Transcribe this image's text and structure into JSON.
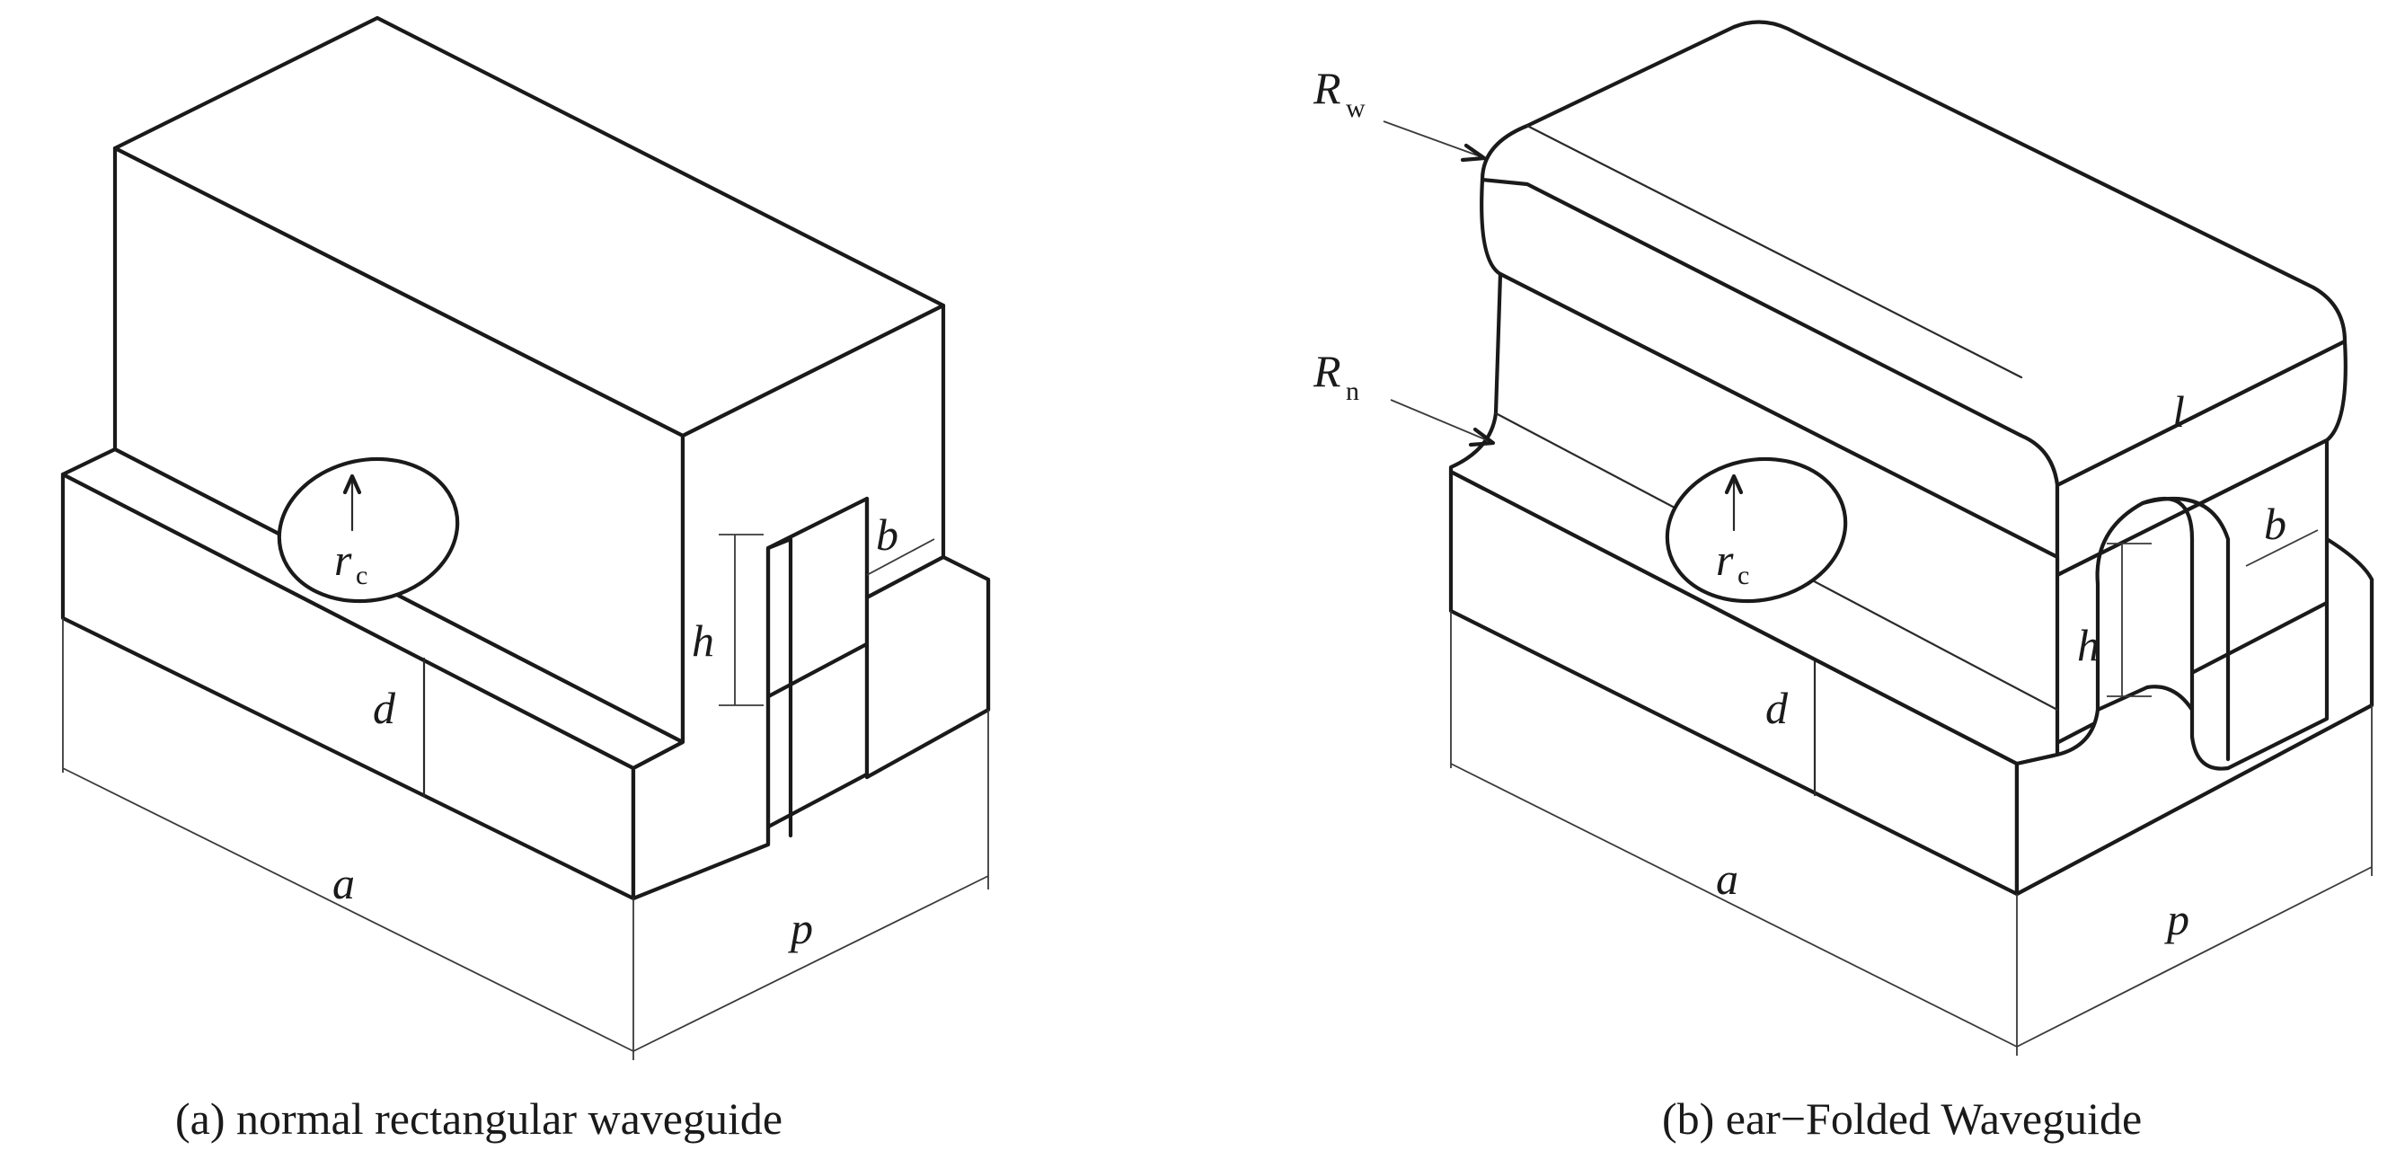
{
  "figure_a": {
    "caption": "(a) normal rectangular waveguide",
    "labels": {
      "r": "r",
      "r_sub": "c",
      "b": "b",
      "h": "h",
      "d": "d",
      "a": "a",
      "p": "p"
    }
  },
  "figure_b": {
    "caption": "(b) ear−Folded Waveguide",
    "labels": {
      "Rw": "R",
      "Rw_sub": "w",
      "Rn": "R",
      "Rn_sub": "n",
      "l": "l",
      "r": "r",
      "r_sub": "c",
      "b": "b",
      "h": "h",
      "d": "d",
      "a": "a",
      "p": "p"
    }
  },
  "colors": {
    "stroke": "#1a1a1a",
    "background": "#ffffff"
  }
}
